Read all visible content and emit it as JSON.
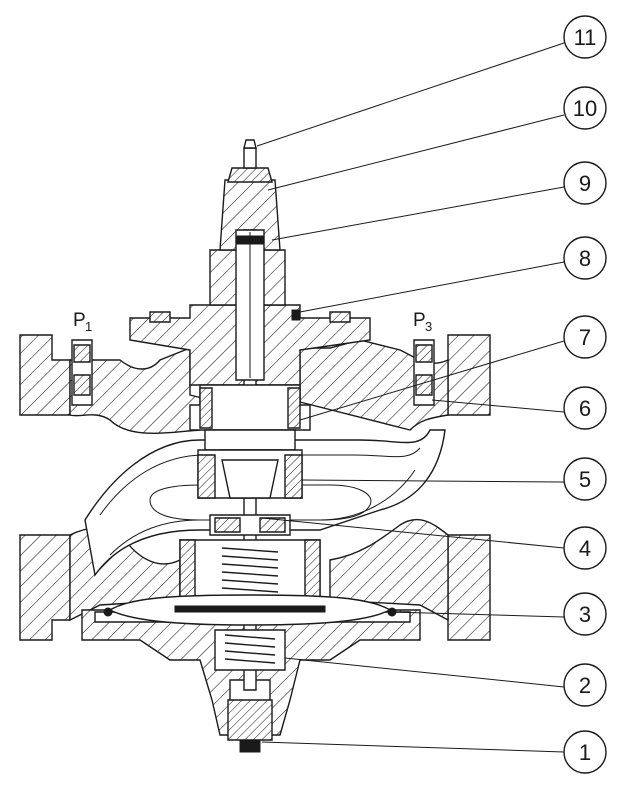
{
  "diagram": {
    "callouts": [
      {
        "id": "11",
        "label": "11"
      },
      {
        "id": "10",
        "label": "10"
      },
      {
        "id": "9",
        "label": "9"
      },
      {
        "id": "8",
        "label": "8"
      },
      {
        "id": "7",
        "label": "7"
      },
      {
        "id": "6",
        "label": "6"
      },
      {
        "id": "5",
        "label": "5"
      },
      {
        "id": "4",
        "label": "4"
      },
      {
        "id": "3",
        "label": "3"
      },
      {
        "id": "2",
        "label": "2"
      },
      {
        "id": "1",
        "label": "1"
      }
    ],
    "pressure_ports": [
      {
        "letter": "P",
        "sub": "1"
      },
      {
        "letter": "P",
        "sub": "3"
      }
    ],
    "colors": {
      "line": "#1a1a1a",
      "background": "#ffffff"
    }
  }
}
